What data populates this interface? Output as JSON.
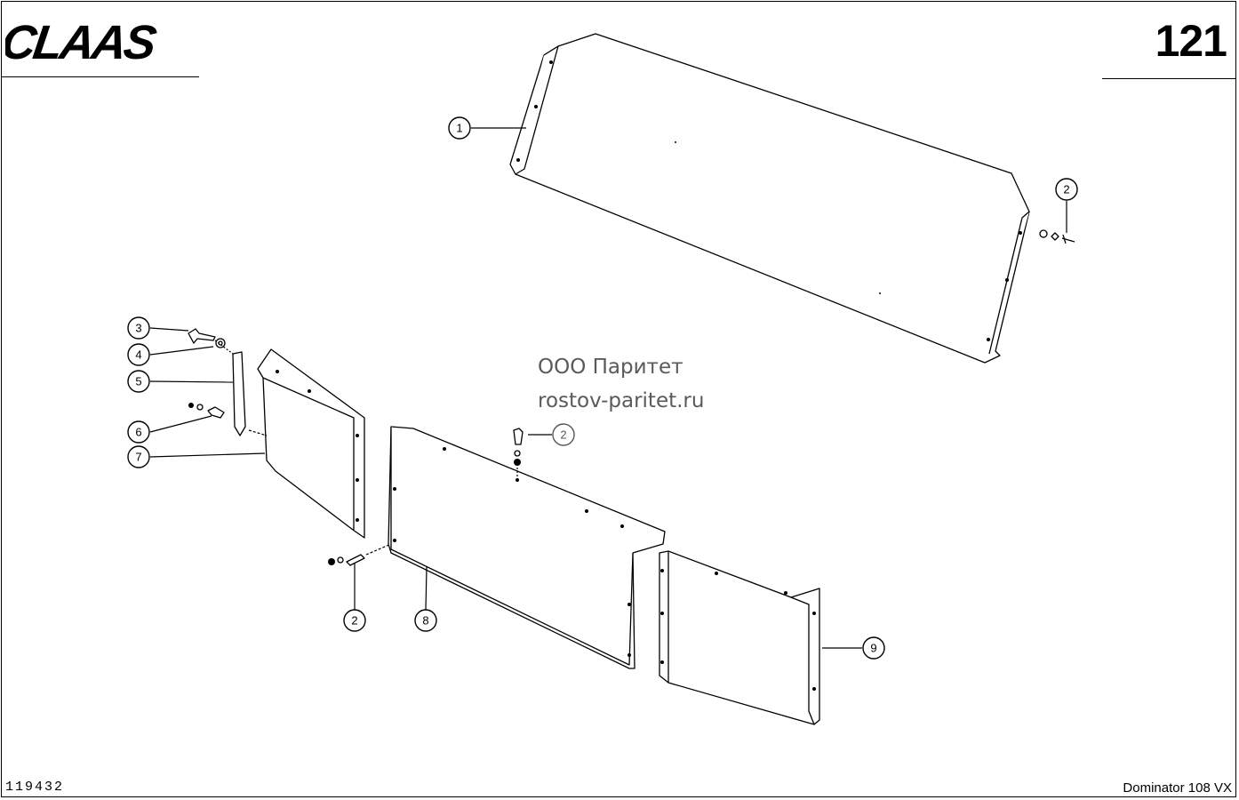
{
  "brand": {
    "logo_text": "CLAAS"
  },
  "page_number": "121",
  "watermark": {
    "line1": "ООО Паритет",
    "line2": "rostov-paritet.ru"
  },
  "footer": {
    "drawing_number": "119432",
    "model": "Dominator 108 VX"
  },
  "callouts": [
    {
      "id": "callout-1",
      "label": "1"
    },
    {
      "id": "callout-2-top",
      "label": "2"
    },
    {
      "id": "callout-2-mid",
      "label": "2"
    },
    {
      "id": "callout-2-bottom",
      "label": "2"
    },
    {
      "id": "callout-3",
      "label": "3"
    },
    {
      "id": "callout-4",
      "label": "4"
    },
    {
      "id": "callout-5",
      "label": "5"
    },
    {
      "id": "callout-6",
      "label": "6"
    },
    {
      "id": "callout-7",
      "label": "7"
    },
    {
      "id": "callout-8",
      "label": "8"
    },
    {
      "id": "callout-9",
      "label": "9"
    }
  ]
}
